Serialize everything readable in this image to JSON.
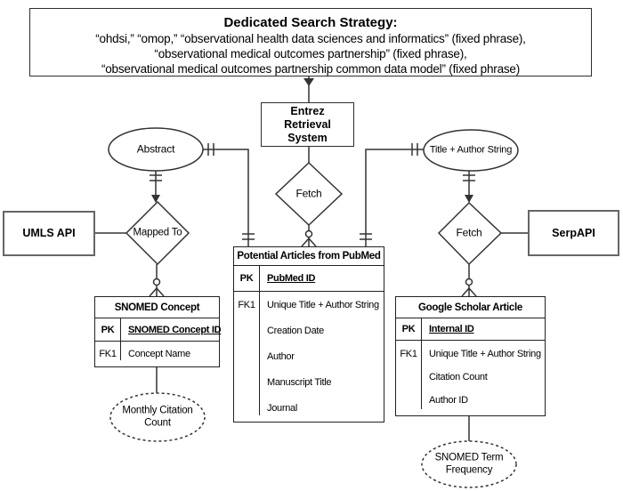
{
  "search_strategy_box": {
    "heading": "Dedicated Search Strategy:",
    "lines": [
      "“ohdsi,” “omop,” “observational health data sciences and informatics” (fixed phrase),",
      "“observational medical outcomes partnership” (fixed phrase),",
      "“observational medical outcomes partnership common data model” (fixed phrase)"
    ]
  },
  "entities": {
    "entrez": {
      "label": "Entrez Retrieval System"
    },
    "umls_api": {
      "label": "UMLS API"
    },
    "serpapi": {
      "label": "SerpAPI"
    }
  },
  "relationships": {
    "mapped_to": {
      "label": "Mapped To"
    },
    "fetch_mid": {
      "label": "Fetch"
    },
    "fetch_right": {
      "label": "Fetch"
    }
  },
  "attributes": {
    "abstract": {
      "label": "Abstract"
    },
    "title_author": {
      "label": "Title + Author String"
    },
    "monthly_citation": {
      "label": "Monthly Citation Count"
    },
    "snomed_term_frequency": {
      "label": "SNOMED Term Frequency"
    }
  },
  "tables": {
    "snomed_concept": {
      "title": "SNOMED Concept",
      "pk_label": "PK",
      "pk_field": "SNOMED Concept ID",
      "fk_label": "FK1",
      "attrs": [
        "Concept Name"
      ]
    },
    "pubmed": {
      "title": "Potential Articles from PubMed",
      "pk_label": "PK",
      "pk_field": "PubMed ID",
      "fk_label": "FK1",
      "attrs": [
        "Unique Title + Author String",
        "Creation Date",
        "Author",
        "Manuscript Title",
        "Journal"
      ]
    },
    "google_scholar": {
      "title": "Google Scholar Article",
      "pk_label": "PK",
      "pk_field": "Internal ID",
      "fk_label": "FK1",
      "attrs": [
        "Unique Title + Author String",
        "Citation Count",
        "Author ID"
      ]
    }
  },
  "colors": {
    "line": "#333333",
    "entity_border": "#2e2e2e",
    "api_border": "#666666",
    "background": "#ffffff"
  }
}
